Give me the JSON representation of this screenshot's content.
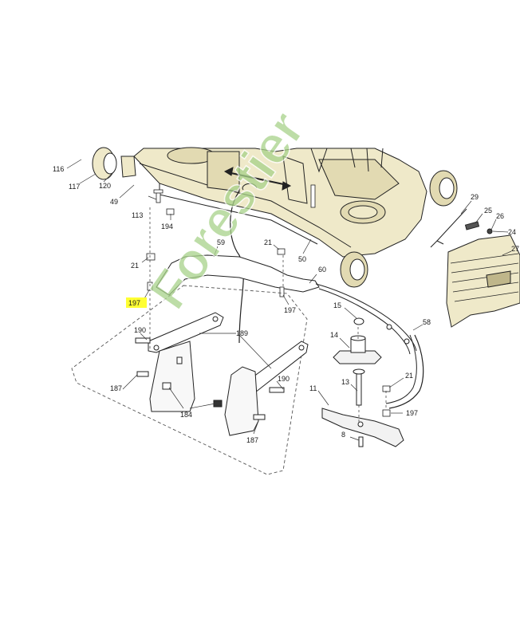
{
  "colors": {
    "line": "#222222",
    "deck_fill": "#efe9c9",
    "deck_shade": "#e2dab2",
    "highlight": "#ffff33",
    "watermark": "#a8d28a"
  },
  "watermark": {
    "text": "Forestier"
  },
  "highlighted_part": "197",
  "labels": {
    "p116": "116",
    "p117": "117",
    "p120": "120",
    "p49": "49",
    "p113": "113",
    "p194": "194",
    "p21a": "21",
    "p197a": "197",
    "p59": "59",
    "p21b": "21",
    "p50": "50",
    "p60": "60",
    "p197b": "197",
    "p15": "15",
    "p58": "58",
    "p14": "14",
    "p13": "13",
    "p21c": "21",
    "p197c": "197",
    "p11": "11",
    "p8": "8",
    "p29": "29",
    "p25": "25",
    "p26": "26",
    "p24": "24",
    "p27": "27",
    "p190a": "190",
    "p189": "189",
    "p190b": "190",
    "p187a": "187",
    "p184": "184",
    "p187b": "187"
  }
}
